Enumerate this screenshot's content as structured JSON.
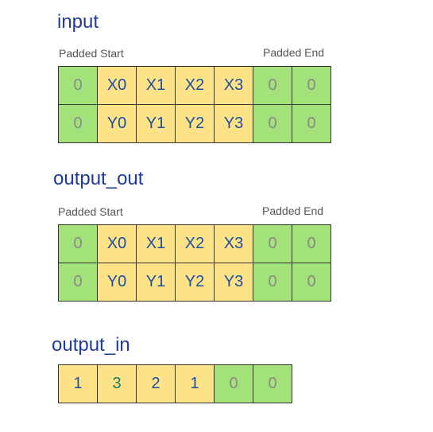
{
  "colors": {
    "pad_fill": "#a3e17a",
    "data_fill": "#fde287",
    "title_text": "#1f3b9a",
    "data_text": "#1d4fa0",
    "pad_text": "#8a8a8a",
    "count_text": "#1a7a66"
  },
  "sections": {
    "input": {
      "title": "input",
      "padded_start_label": "Padded Start",
      "padded_end_label": "Padded End",
      "rows": [
        [
          "0",
          "X0",
          "X1",
          "X2",
          "X3",
          "0",
          "0"
        ],
        [
          "0",
          "Y0",
          "Y1",
          "Y2",
          "Y3",
          "0",
          "0"
        ]
      ]
    },
    "output_out": {
      "title": "output_out",
      "padded_start_label": "Padded Start",
      "padded_end_label": "Padded End",
      "rows": [
        [
          "0",
          "X0",
          "X1",
          "X2",
          "X3",
          "0",
          "0"
        ],
        [
          "0",
          "Y0",
          "Y1",
          "Y2",
          "Y3",
          "0",
          "0"
        ]
      ]
    },
    "output_in": {
      "title": "output_in",
      "cells": [
        "1",
        "3",
        "2",
        "1",
        "0",
        "0"
      ]
    }
  }
}
